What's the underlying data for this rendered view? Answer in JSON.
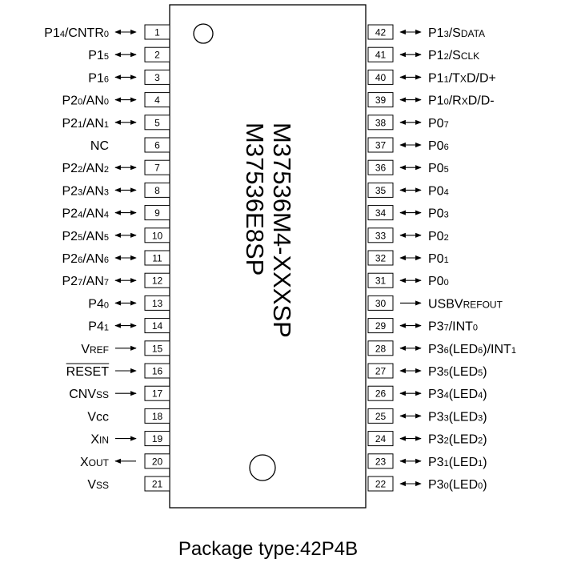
{
  "chip": {
    "part_numbers": [
      "M37536M4-XXXSP",
      "M37536E8SP"
    ]
  },
  "package_caption": "Package type:42P4B",
  "pins_left": [
    {
      "num": "1",
      "dir": "bi",
      "parts": [
        {
          "t": "P1"
        },
        {
          "t": "4",
          "s": "sub"
        },
        {
          "t": "/CNTR"
        },
        {
          "t": "0",
          "s": "sub"
        }
      ]
    },
    {
      "num": "2",
      "dir": "bi",
      "parts": [
        {
          "t": "P1"
        },
        {
          "t": "5",
          "s": "sub"
        }
      ]
    },
    {
      "num": "3",
      "dir": "bi",
      "parts": [
        {
          "t": "P1"
        },
        {
          "t": "6",
          "s": "sub"
        }
      ]
    },
    {
      "num": "4",
      "dir": "bi",
      "parts": [
        {
          "t": "P2"
        },
        {
          "t": "0",
          "s": "sub"
        },
        {
          "t": "/AN"
        },
        {
          "t": "0",
          "s": "sub"
        }
      ]
    },
    {
      "num": "5",
      "dir": "bi",
      "parts": [
        {
          "t": "P2"
        },
        {
          "t": "1",
          "s": "sub"
        },
        {
          "t": "/AN"
        },
        {
          "t": "1",
          "s": "sub"
        }
      ]
    },
    {
      "num": "6",
      "dir": "none",
      "parts": [
        {
          "t": "NC"
        }
      ]
    },
    {
      "num": "7",
      "dir": "bi",
      "parts": [
        {
          "t": "P2"
        },
        {
          "t": "2",
          "s": "sub"
        },
        {
          "t": "/AN"
        },
        {
          "t": "2",
          "s": "sub"
        }
      ]
    },
    {
      "num": "8",
      "dir": "bi",
      "parts": [
        {
          "t": "P2"
        },
        {
          "t": "3",
          "s": "sub"
        },
        {
          "t": "/AN"
        },
        {
          "t": "3",
          "s": "sub"
        }
      ]
    },
    {
      "num": "9",
      "dir": "bi",
      "parts": [
        {
          "t": "P2"
        },
        {
          "t": "4",
          "s": "sub"
        },
        {
          "t": "/AN"
        },
        {
          "t": "4",
          "s": "sub"
        }
      ]
    },
    {
      "num": "10",
      "dir": "bi",
      "parts": [
        {
          "t": "P2"
        },
        {
          "t": "5",
          "s": "sub"
        },
        {
          "t": "/AN"
        },
        {
          "t": "5",
          "s": "sub"
        }
      ]
    },
    {
      "num": "11",
      "dir": "bi",
      "parts": [
        {
          "t": "P2"
        },
        {
          "t": "6",
          "s": "sub"
        },
        {
          "t": "/AN"
        },
        {
          "t": "6",
          "s": "sub"
        }
      ]
    },
    {
      "num": "12",
      "dir": "bi",
      "parts": [
        {
          "t": "P2"
        },
        {
          "t": "7",
          "s": "sub"
        },
        {
          "t": "/AN"
        },
        {
          "t": "7",
          "s": "sub"
        }
      ]
    },
    {
      "num": "13",
      "dir": "bi",
      "parts": [
        {
          "t": "P4"
        },
        {
          "t": "0",
          "s": "sub"
        }
      ]
    },
    {
      "num": "14",
      "dir": "bi",
      "parts": [
        {
          "t": "P4"
        },
        {
          "t": "1",
          "s": "sub"
        }
      ]
    },
    {
      "num": "15",
      "dir": "in",
      "parts": [
        {
          "t": "V"
        },
        {
          "t": "REF",
          "s": "sc"
        }
      ]
    },
    {
      "num": "16",
      "dir": "in",
      "overline": true,
      "parts": [
        {
          "t": "RESET"
        }
      ]
    },
    {
      "num": "17",
      "dir": "in",
      "parts": [
        {
          "t": "CNV"
        },
        {
          "t": "SS",
          "s": "sc"
        }
      ]
    },
    {
      "num": "18",
      "dir": "none",
      "parts": [
        {
          "t": "Vcc"
        }
      ]
    },
    {
      "num": "19",
      "dir": "in",
      "parts": [
        {
          "t": "X"
        },
        {
          "t": "IN",
          "s": "sc"
        }
      ]
    },
    {
      "num": "20",
      "dir": "out",
      "parts": [
        {
          "t": "X"
        },
        {
          "t": "OUT",
          "s": "sc"
        }
      ]
    },
    {
      "num": "21",
      "dir": "none",
      "parts": [
        {
          "t": "V"
        },
        {
          "t": "SS",
          "s": "sc"
        }
      ]
    }
  ],
  "pins_right": [
    {
      "num": "42",
      "dir": "bi",
      "parts": [
        {
          "t": "P1"
        },
        {
          "t": "3",
          "s": "sub"
        },
        {
          "t": "/S"
        },
        {
          "t": "DATA",
          "s": "sc"
        }
      ]
    },
    {
      "num": "41",
      "dir": "bi",
      "parts": [
        {
          "t": "P1"
        },
        {
          "t": "2",
          "s": "sub"
        },
        {
          "t": "/S"
        },
        {
          "t": "CLK",
          "s": "sc"
        }
      ]
    },
    {
      "num": "40",
      "dir": "bi",
      "parts": [
        {
          "t": "P1"
        },
        {
          "t": "1",
          "s": "sub"
        },
        {
          "t": "/T"
        },
        {
          "t": "X",
          "s": "sc"
        },
        {
          "t": "D/D+"
        }
      ]
    },
    {
      "num": "39",
      "dir": "bi",
      "parts": [
        {
          "t": "P1"
        },
        {
          "t": "0",
          "s": "sub"
        },
        {
          "t": "/R"
        },
        {
          "t": "X",
          "s": "sc"
        },
        {
          "t": "D/D-"
        }
      ]
    },
    {
      "num": "38",
      "dir": "bi",
      "parts": [
        {
          "t": "P0"
        },
        {
          "t": "7",
          "s": "sub"
        }
      ]
    },
    {
      "num": "37",
      "dir": "bi",
      "parts": [
        {
          "t": "P0"
        },
        {
          "t": "6",
          "s": "sub"
        }
      ]
    },
    {
      "num": "36",
      "dir": "bi",
      "parts": [
        {
          "t": "P0"
        },
        {
          "t": "5",
          "s": "sub"
        }
      ]
    },
    {
      "num": "35",
      "dir": "bi",
      "parts": [
        {
          "t": "P0"
        },
        {
          "t": "4",
          "s": "sub"
        }
      ]
    },
    {
      "num": "34",
      "dir": "bi",
      "parts": [
        {
          "t": "P0"
        },
        {
          "t": "3",
          "s": "sub"
        }
      ]
    },
    {
      "num": "33",
      "dir": "bi",
      "parts": [
        {
          "t": "P0"
        },
        {
          "t": "2",
          "s": "sub"
        }
      ]
    },
    {
      "num": "32",
      "dir": "bi",
      "parts": [
        {
          "t": "P0"
        },
        {
          "t": "1",
          "s": "sub"
        }
      ]
    },
    {
      "num": "31",
      "dir": "bi",
      "parts": [
        {
          "t": "P0"
        },
        {
          "t": "0",
          "s": "sub"
        }
      ]
    },
    {
      "num": "30",
      "dir": "out",
      "parts": [
        {
          "t": "USBV"
        },
        {
          "t": "REFOUT",
          "s": "sc"
        }
      ]
    },
    {
      "num": "29",
      "dir": "bi",
      "parts": [
        {
          "t": "P3"
        },
        {
          "t": "7",
          "s": "sub"
        },
        {
          "t": "/INT"
        },
        {
          "t": "0",
          "s": "sub"
        }
      ]
    },
    {
      "num": "28",
      "dir": "bi",
      "parts": [
        {
          "t": "P3"
        },
        {
          "t": "6",
          "s": "sub"
        },
        {
          "t": "(LED"
        },
        {
          "t": "6",
          "s": "sub"
        },
        {
          "t": ")/INT"
        },
        {
          "t": "1",
          "s": "sub"
        }
      ]
    },
    {
      "num": "27",
      "dir": "bi",
      "parts": [
        {
          "t": "P3"
        },
        {
          "t": "5",
          "s": "sub"
        },
        {
          "t": "(LED"
        },
        {
          "t": "5",
          "s": "sub"
        },
        {
          "t": ")"
        }
      ]
    },
    {
      "num": "26",
      "dir": "bi",
      "parts": [
        {
          "t": "P3"
        },
        {
          "t": "4",
          "s": "sub"
        },
        {
          "t": "(LED"
        },
        {
          "t": "4",
          "s": "sub"
        },
        {
          "t": ")"
        }
      ]
    },
    {
      "num": "25",
      "dir": "bi",
      "parts": [
        {
          "t": "P3"
        },
        {
          "t": "3",
          "s": "sub"
        },
        {
          "t": "(LED"
        },
        {
          "t": "3",
          "s": "sub"
        },
        {
          "t": ")"
        }
      ]
    },
    {
      "num": "24",
      "dir": "bi",
      "parts": [
        {
          "t": "P3"
        },
        {
          "t": "2",
          "s": "sub"
        },
        {
          "t": "(LED"
        },
        {
          "t": "2",
          "s": "sub"
        },
        {
          "t": ")"
        }
      ]
    },
    {
      "num": "23",
      "dir": "bi",
      "parts": [
        {
          "t": "P3"
        },
        {
          "t": "1",
          "s": "sub"
        },
        {
          "t": "(LED"
        },
        {
          "t": "1",
          "s": "sub"
        },
        {
          "t": ")"
        }
      ]
    },
    {
      "num": "22",
      "dir": "bi",
      "parts": [
        {
          "t": "P3"
        },
        {
          "t": "0",
          "s": "sub"
        },
        {
          "t": "(LED"
        },
        {
          "t": "0",
          "s": "sub"
        },
        {
          "t": ")"
        }
      ]
    }
  ]
}
